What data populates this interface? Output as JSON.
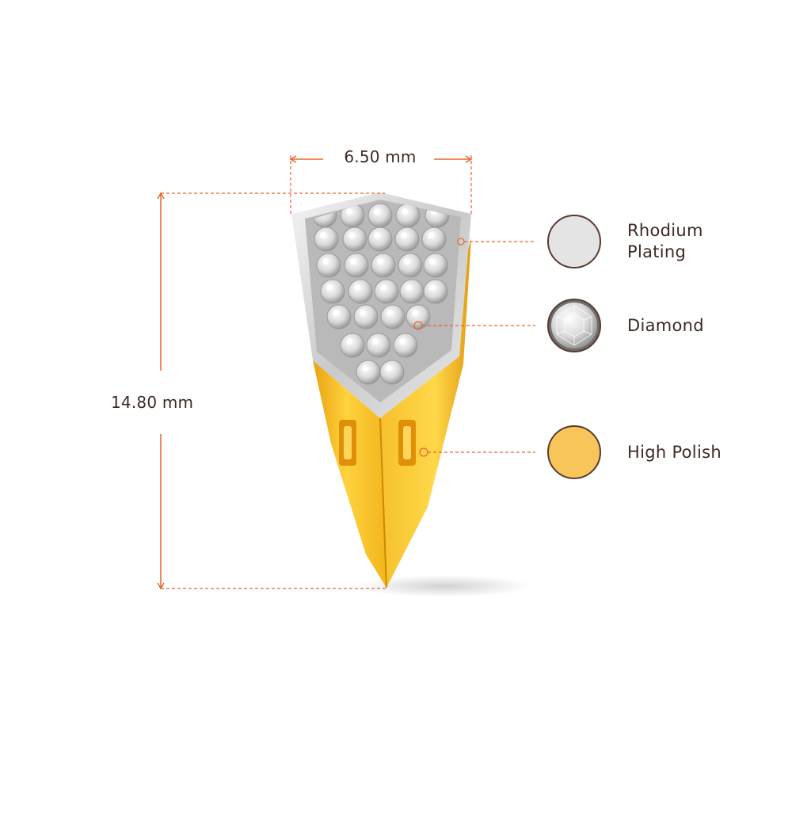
{
  "dimensions": {
    "width": "6.50 mm",
    "height": "14.80 mm"
  },
  "legend": [
    {
      "line1": "Rhodium",
      "line2": "Plating",
      "swatch": "rhodium-swatch"
    },
    {
      "line1": "Diamond",
      "line2": "",
      "swatch": "diamond-swatch"
    },
    {
      "line1": "High Polish",
      "line2": "",
      "swatch": "gold-swatch"
    }
  ],
  "colors": {
    "accent": "#e8642c",
    "text": "#3c2a24",
    "rhodium": "#e4e4e4",
    "gold": "#f7c55a",
    "swatch_border": "#5a3a30"
  }
}
